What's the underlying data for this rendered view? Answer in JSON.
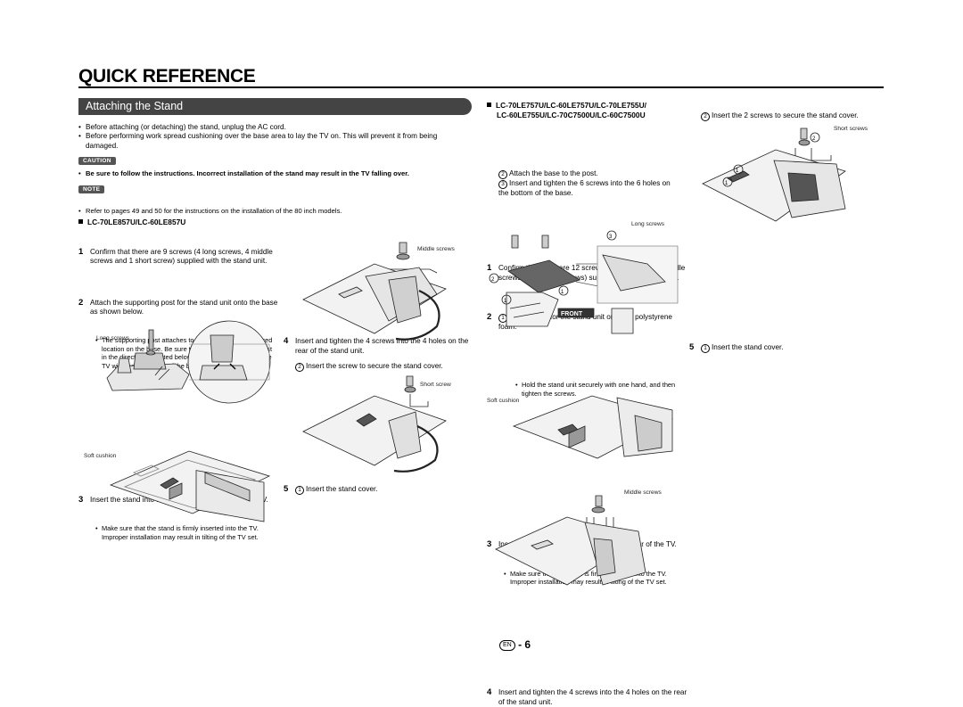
{
  "title": "QUICK REFERENCE",
  "section_title": "Attaching the Stand",
  "intro_bullets": [
    "Before attaching (or detaching) the stand, unplug the AC cord.",
    "Before performing work spread cushioning over the base area to lay the TV on. This will prevent it from being damaged."
  ],
  "caution_label": "CAUTION",
  "caution_text": "Be sure to follow the instructions. Incorrect installation of the stand may result in the TV falling over.",
  "note_label": "NOTE",
  "note_text": "Refer to pages 49 and 50 for the instructions on the installation of the 80 inch models.",
  "model_a": {
    "heading": "LC-70LE857U/LC-60LE857U",
    "step1": "Confirm that there are 9 screws (4 long screws, 4 middle screws and 1 short screw) supplied with the stand unit.",
    "step2": "Attach the supporting post for the stand unit onto the base as shown below.",
    "step2_sub": "The supporting post attaches to the base at an offcentered location on the base. Be sure to attach the supporting post in the direction indicated below and attach the stand to the TV with the wider side of the base facing forward.",
    "long_screws_label": "Long screws",
    "step3": "Insert the stand into the openings on the rear of the TV.",
    "step3_sub": "Make sure that the stand is firmly inserted into the TV. Improper installation may result in tilting of the TV set.",
    "soft_cushion_label": "Soft cushion",
    "step4": "Insert and tighten the 4 screws into the 4 holes on the rear of the stand unit.",
    "middle_screws_label": "Middle screws",
    "step5_a": "Insert the stand cover.",
    "step5_b": "Insert the screw to secure the stand cover.",
    "short_screw_label": "Short screw"
  },
  "model_b": {
    "heading_line1": "LC-70LE757U/LC-60LE757U/LC-70LE755U/",
    "heading_line2": "LC-60LE755U/LC-70C7500U/LC-60C7500U",
    "step1": "Confirm that there are 12 screws (6 long screws, 4 middle screws and 2 short screws) supplied with the stand unit.",
    "step2_a": "Set the post for the stand unit onto the polystyrene foam.",
    "step2_b": "Attach the base to the post.",
    "step2_c": "Insert and tighten the 6 screws into the 6 holes on the bottom of the base.",
    "step2_sub": "Hold the stand unit securely with one hand, and then tighten the screws.",
    "long_screws_label": "Long screws",
    "front_label": "FRONT",
    "step3": "Insert the stand into the openings on the rear of the TV.",
    "step3_sub": "Make sure that the stand is firmly inserted into the TV. Improper installation may result in tilting of the TV set.",
    "soft_cushion_label": "Soft cushion",
    "step4": "Insert and tighten the 4 screws into the 4 holes on the rear of the stand unit.",
    "middle_screws_label": "Middle screws",
    "step5_a": "Insert the stand cover.",
    "step5_b": "Insert the 2 screws to secure the stand cover.",
    "short_screws_label": "Short screws"
  },
  "circled": {
    "one": "1",
    "two": "2",
    "three": "3"
  },
  "step_numbers": {
    "n1": "1",
    "n2": "2",
    "n3": "3",
    "n4": "4",
    "n5": "5"
  },
  "footer": {
    "lang": "EN",
    "sep": "-",
    "page": "6"
  }
}
